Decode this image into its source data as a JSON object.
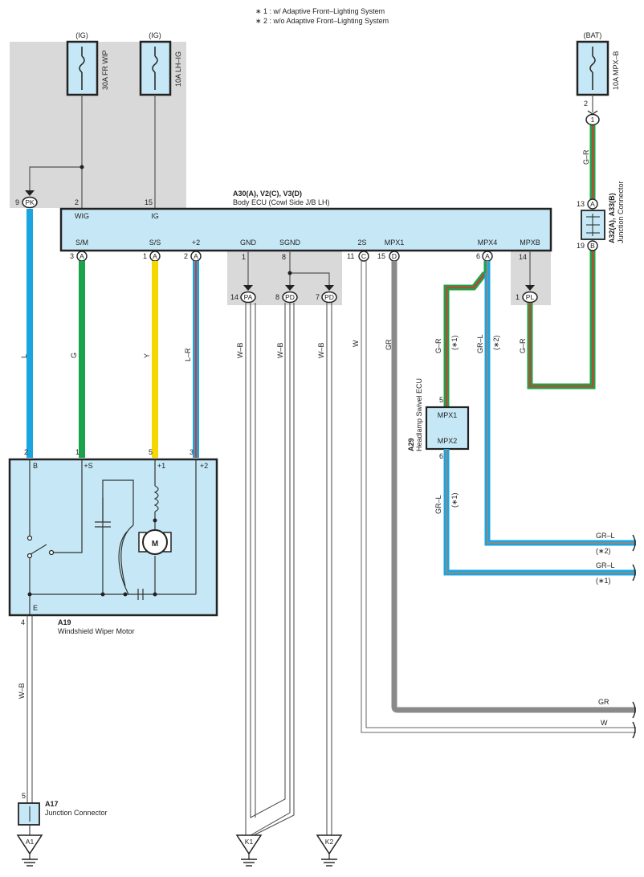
{
  "notes": [
    "∗ 1 : w/ Adaptive Front–Lighting System",
    "∗ 2 : w/o Adaptive Front–Lighting System"
  ],
  "fuses": {
    "fr_wip": {
      "supply": "(IG)",
      "label": "30A FR WIP"
    },
    "lh_ig": {
      "supply": "(IG)",
      "label": "10A LH–IG"
    },
    "mpx_b": {
      "supply": "(BAT)",
      "label": "10A MPX–B"
    }
  },
  "body_ecu": {
    "title": "A30(A), V2(C), V3(D)",
    "subtitle": "Body ECU (Cowl Side J/B LH)",
    "top_terms": [
      {
        "name": "WIG",
        "pin": "2"
      },
      {
        "name": "IG",
        "pin": "15"
      }
    ],
    "bottom_terms": [
      {
        "name": "S/M",
        "pin": "3",
        "conn": "A"
      },
      {
        "name": "S/S",
        "pin": "1",
        "conn": "A"
      },
      {
        "name": "+2",
        "pin": "2",
        "conn": "A"
      },
      {
        "name": "GND",
        "pin": "1",
        "conn": ""
      },
      {
        "name": "SGND",
        "pin": "8",
        "conn": ""
      },
      {
        "name": "2S",
        "pin": "11",
        "conn": "C"
      },
      {
        "name": "MPX1",
        "pin": "15",
        "conn": "D"
      },
      {
        "name": "MPX4",
        "pin": "6",
        "conn": "A"
      },
      {
        "name": "MPXB",
        "pin": "14",
        "conn": ""
      }
    ]
  },
  "junction_connectors": {
    "pk": {
      "pin": "9",
      "code": "PK"
    },
    "pa": {
      "pin": "14",
      "code": "PA"
    },
    "pd1": {
      "pin": "8",
      "code": "PD"
    },
    "pd2": {
      "pin": "7",
      "code": "PD"
    },
    "pl": {
      "pin": "1",
      "code": "PL"
    },
    "one": {
      "pin": "2",
      "code": "1"
    }
  },
  "a32": {
    "title": "A32(A), A33(B)",
    "subtitle": "Junction Connector",
    "pin_top": "13",
    "conn_top": "A",
    "pin_bottom": "19",
    "conn_bottom": "B"
  },
  "wire_colors": {
    "L": "L",
    "G": "G",
    "Y": "Y",
    "LR": "L–R",
    "WB1": "W–B",
    "WB2": "W–B",
    "WB3": "W–B",
    "WB4": "W–B",
    "W": "W",
    "GR": "GR",
    "GR_R_1": "G–R",
    "GR_R_2": "G–R",
    "GR_R_3": "G–R",
    "GR_L_1": "GR–L",
    "GR_L_2": "GR–L",
    "GR_L_out1": "GR–L",
    "GR_L_out2": "GR–L",
    "GR_out": "GR",
    "W_out": "W"
  },
  "variant_marks": {
    "star1_a": "(∗1)",
    "star2_a": "(∗2)",
    "star1_b": "(∗1)",
    "star2_out": "(∗2)",
    "star1_out": "(∗1)"
  },
  "headlamp_ecu": {
    "code": "A29",
    "name": "Headlamp Swivel ECU",
    "term1": "MPX1",
    "pin1": "5",
    "term2": "MPX2",
    "pin2": "6"
  },
  "wiper_motor": {
    "code": "A19",
    "name": "Windshield Wiper Motor",
    "terms": [
      {
        "name": "B",
        "pin": "2"
      },
      {
        "name": "+S",
        "pin": "1"
      },
      {
        "name": "+1",
        "pin": "5"
      },
      {
        "name": "+2",
        "pin": "3"
      }
    ],
    "ground_term": "E",
    "ground_pin": "4",
    "motor_symbol": "M"
  },
  "a17": {
    "code": "A17",
    "name": "Junction Connector",
    "pin": "5"
  },
  "grounds": {
    "a1": "A1",
    "k1": "K1",
    "k2": "K2"
  },
  "colors": {
    "panel_gray": "#d9d9d9",
    "box_blue": "#c6e8f6",
    "wire_blue": "#19a6e0",
    "wire_green": "#1aa34a",
    "wire_yellow": "#f5d800",
    "wire_red": "#e4352b",
    "wire_gray": "#8a8a8a"
  }
}
